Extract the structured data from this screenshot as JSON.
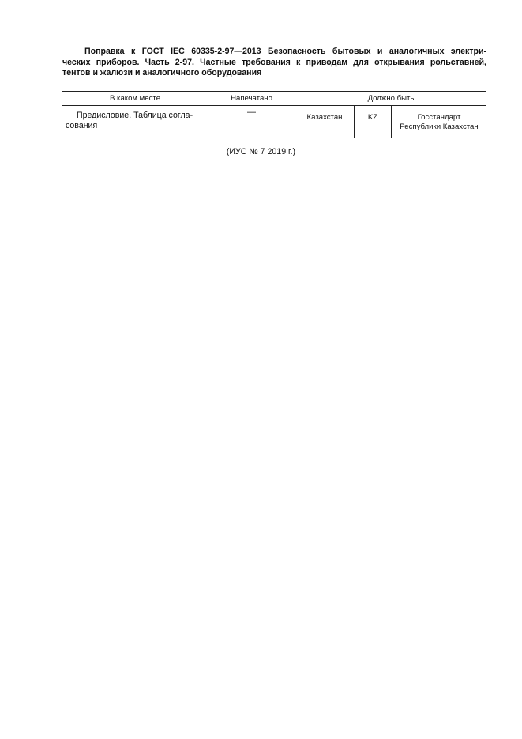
{
  "title": {
    "line1": "Поправка к ГОСТ IEC 60335-2-97—2013 Безопасность бытовых и аналогичных электри-",
    "line2": "ческих приборов. Часть 2-97. Частные требования к приводам для открывания рольставней,",
    "line3": "тентов и жалюзи и аналогичного оборудования"
  },
  "table": {
    "headers": [
      "В каком месте",
      "Напечатано",
      "Должно быть"
    ],
    "row": {
      "where": "Предисловие. Таблица согла-сования",
      "printed": "—",
      "should_be": {
        "country": "Казахстан",
        "code": "KZ",
        "agency_line1": "Госстандарт",
        "agency_line2": "Республики Казахстан"
      }
    }
  },
  "footer": "(ИУС № 7  2019 г.)"
}
